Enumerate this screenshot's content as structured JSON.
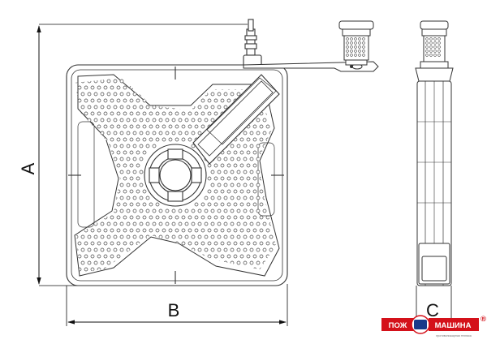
{
  "dimensions": {
    "a_label": "A",
    "b_label": "B",
    "c_label": "C"
  },
  "logo": {
    "left_text": "ПОЖ",
    "right_text": "МАШИНА",
    "registered": "®",
    "tagline": "противопожарная техника",
    "brand_color": "#d4111a"
  },
  "colors": {
    "line": "#333333",
    "fill": "#ffffff"
  }
}
